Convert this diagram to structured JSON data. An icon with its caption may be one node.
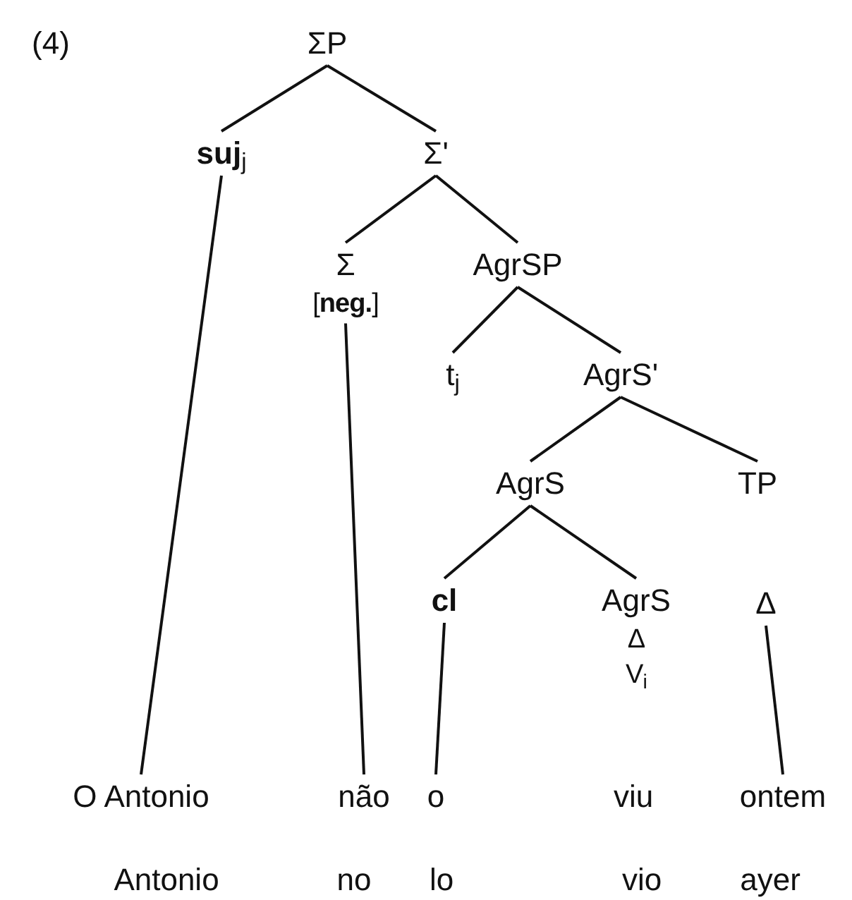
{
  "diagram": {
    "nodes": [
      {
        "text": [
          "ΣP"
        ]
      },
      {
        "text": [
          "**suj**$_{j}$"
        ]
      },
      {
        "text": [
          "Σ'"
        ]
      },
      {
        "text": [
          "Σ",
          "[**neg.**]"
        ]
      },
      {
        "text": [
          "AgrSP"
        ]
      },
      {
        "text": [
          "t$_{j}$"
        ]
      },
      {
        "text": [
          "AgrS'"
        ]
      },
      {
        "text": [
          "AgrS"
        ]
      },
      {
        "text": [
          "TP"
        ]
      },
      {
        "text": [
          "**cl**"
        ]
      },
      {
        "text": [
          "AgrS",
          "Δ",
          "V$_{i}$"
        ]
      },
      {
        "text": [
          "Δ"
        ]
      },
      {
        "text": [
          "O Antonio"
        ]
      },
      {
        "text": [
          "não"
        ]
      },
      {
        "text": [
          "o"
        ]
      },
      {
        "text": [
          "viu"
        ]
      },
      {
        "text": [
          "ontem"
        ]
      }
    ],
    "edges": [
      {
        "from": 0,
        "to": 1,
        "arrow": "none"
      },
      {
        "from": 0,
        "to": 2,
        "arrow": "none"
      },
      {
        "from": 2,
        "to": 3,
        "arrow": "none"
      },
      {
        "from": 2,
        "to": 4,
        "arrow": "none"
      },
      {
        "from": 4,
        "to": 5,
        "arrow": "none"
      },
      {
        "from": 4,
        "to": 6,
        "arrow": "none"
      },
      {
        "from": 6,
        "to": 7,
        "arrow": "none"
      },
      {
        "from": 6,
        "to": 8,
        "arrow": "none"
      },
      {
        "from": 7,
        "to": 9,
        "arrow": "none"
      },
      {
        "from": 7,
        "to": 10,
        "arrow": "none"
      },
      {
        "from": 1,
        "to": 12,
        "arrow": "none"
      },
      {
        "from": 3,
        "to": 13,
        "arrow": "none"
      },
      {
        "from": 9,
        "to": 14,
        "arrow": "none"
      },
      {
        "from": 11,
        "to": 16,
        "arrow": "none"
      }
    ],
    "labels": [
      "(4)",
      "Antonio",
      "no",
      "lo",
      "vio",
      "ayer"
    ]
  }
}
